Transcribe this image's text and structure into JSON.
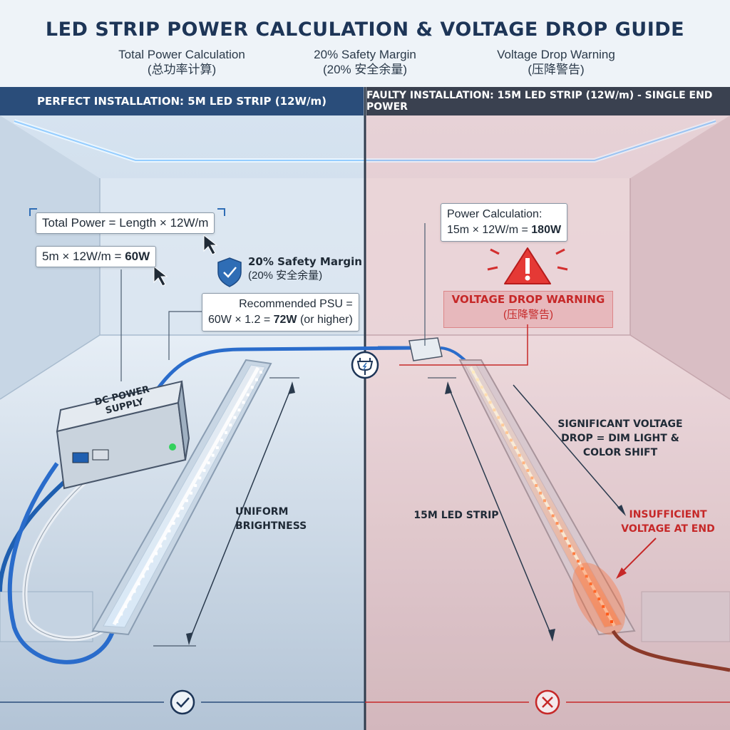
{
  "header": {
    "title": "LED STRIP POWER CALCULATION & VOLTAGE DROP GUIDE",
    "subtitles": [
      {
        "line1": "Total Power Calculation",
        "line2": "(总功率计算)"
      },
      {
        "line1": "20% Safety Margin",
        "line2": "(20% 安全余量)"
      },
      {
        "line1": "Voltage Drop Warning",
        "line2": "(压降警告)"
      }
    ]
  },
  "left": {
    "banner": "PERFECT INSTALLATION: 5M LED STRIP (12W/m)",
    "formula": "Total Power = Length × 12W/m",
    "calc_prefix": "5m × 12W/m = ",
    "calc_result": "60W",
    "safety_line1": "20% Safety Margin",
    "safety_line2": "(20% 安全余量)",
    "psu_line1": "Recommended PSU =",
    "psu_line2_prefix": "60W × 1.2 = ",
    "psu_result": "72W",
    "psu_line2_suffix": " (or higher)",
    "device_label": "DC POWER SUPPLY",
    "brightness_line1": "UNIFORM",
    "brightness_line2": "BRIGHTNESS"
  },
  "right": {
    "banner": "FAULTY INSTALLATION: 15M LED STRIP (12W/m) - SINGLE END POWER",
    "calc_line1": "Power Calculation:",
    "calc_prefix": "15m × 12W/m = ",
    "calc_result": "180W",
    "warning_line1": "VOLTAGE DROP WARNING",
    "warning_line2": "(压降警告)",
    "drop_line1": "SIGNIFICANT VOLTAGE",
    "drop_line2": "DROP = DIM LIGHT &",
    "drop_line3": "COLOR SHIFT",
    "strip_label": "15M LED STRIP",
    "insuff_line1": "INSUFFICIENT",
    "insuff_line2": "VOLTAGE AT END"
  },
  "colors": {
    "left_banner": "#2a4d7a",
    "right_banner": "#3a4150",
    "accent_blue": "#2f6db5",
    "warning_red": "#d32f2f"
  },
  "icons": [
    "shield-check-icon",
    "cursor-icon",
    "plug-icon",
    "warning-triangle-icon",
    "check-circle-icon",
    "x-circle-icon"
  ]
}
